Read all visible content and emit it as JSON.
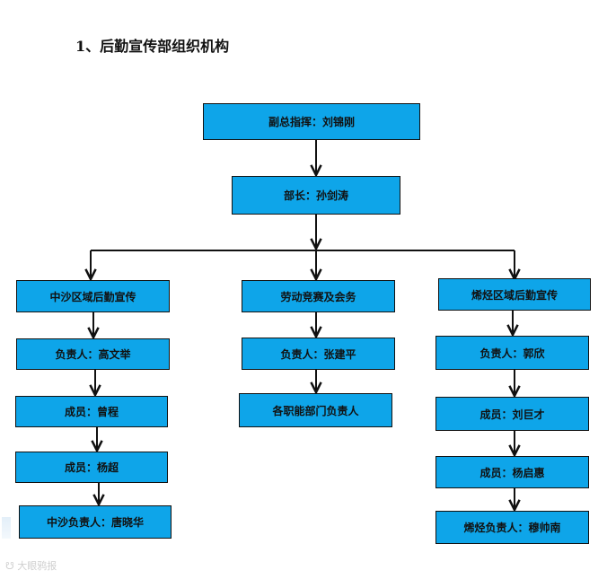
{
  "title": "1、后勤宣传部组织机构",
  "nodes": {
    "deputy": "副总指挥：刘锦刚",
    "minister": "部长：孙剑涛",
    "zhongsha_header": "中沙区域后勤宣传",
    "zhongsha_leader": "负责人：高文举",
    "zhongsha_member1": "成员：曾程",
    "zhongsha_member2": "成员：杨超",
    "zhongsha_person": "中沙负责人：唐晓华",
    "labor_header": "劳动竞赛及会务",
    "labor_leader": "负责人：张建平",
    "labor_depts": "各职能部门负责人",
    "xijing_header": "烯烃区域后勤宣传",
    "xijing_leader": "负责人：郭欣",
    "xijing_member1": "成员：刘巨才",
    "xijing_member2": "成员：杨启惠",
    "xijing_person": "烯烃负责人：穆帅南"
  },
  "colors": {
    "box_fill": "#0ea5e9",
    "box_border": "#111111",
    "line": "#111111"
  },
  "watermark": "大眼鸦报"
}
